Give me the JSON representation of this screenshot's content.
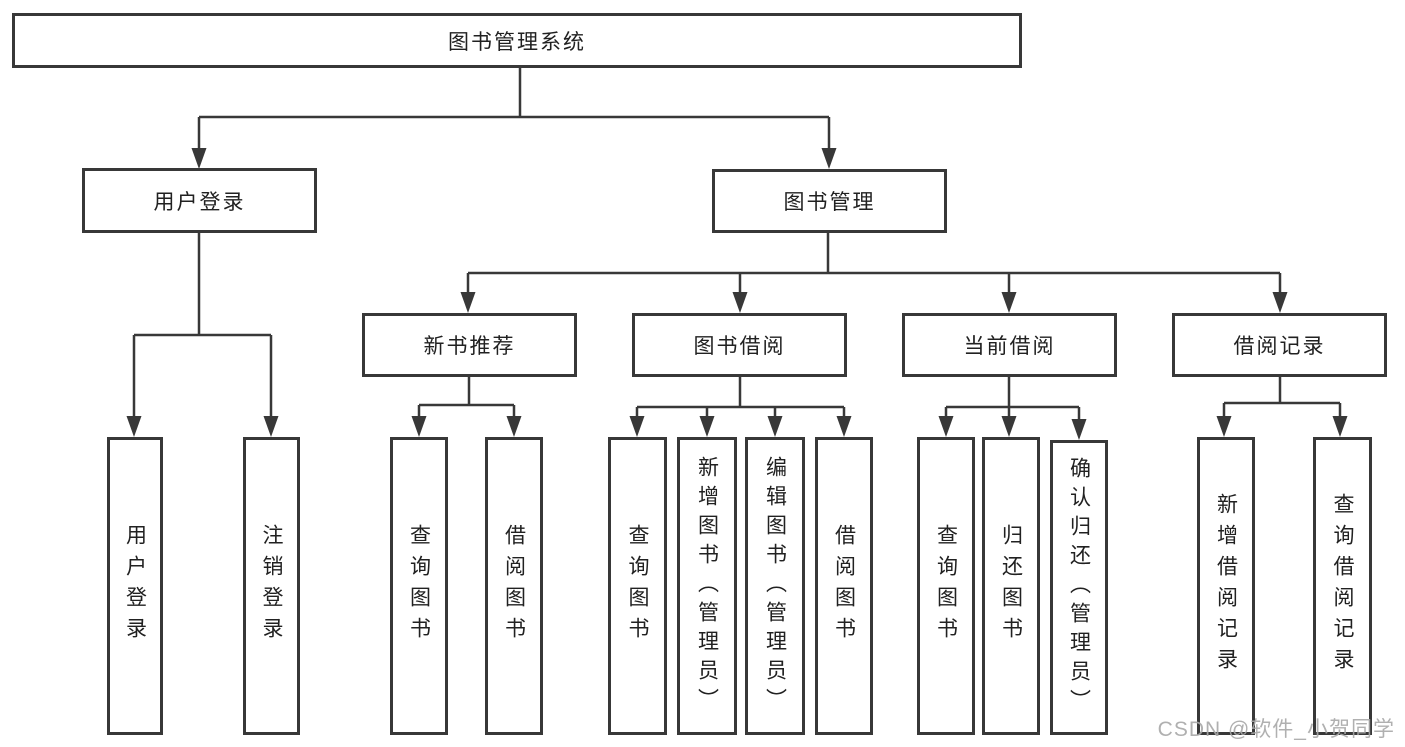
{
  "colors": {
    "line": "#383838",
    "text": "#212121",
    "background": "#ffffff",
    "watermark": "#a8a8a8"
  },
  "tree": {
    "root": {
      "label": "图书管理系统"
    },
    "level2": [
      {
        "label": "用户登录"
      },
      {
        "label": "图书管理"
      }
    ],
    "level3": [
      {
        "label": "新书推荐"
      },
      {
        "label": "图书借阅"
      },
      {
        "label": "当前借阅"
      },
      {
        "label": "借阅记录"
      }
    ],
    "leaves": {
      "user_login": [
        "用户登录",
        "注销登录"
      ],
      "new_book_recommend": [
        "查询图书",
        "借阅图书"
      ],
      "book_borrow": [
        "查询图书",
        "新增图书（管理员）",
        "编辑图书（管理员）",
        "借阅图书"
      ],
      "current_borrow": [
        "查询图书",
        "归还图书",
        "确认归还（管理员）"
      ],
      "borrow_records": [
        "新增借阅记录",
        "查询借阅记录"
      ]
    }
  },
  "watermark": "CSDN @软件_小贺同学"
}
